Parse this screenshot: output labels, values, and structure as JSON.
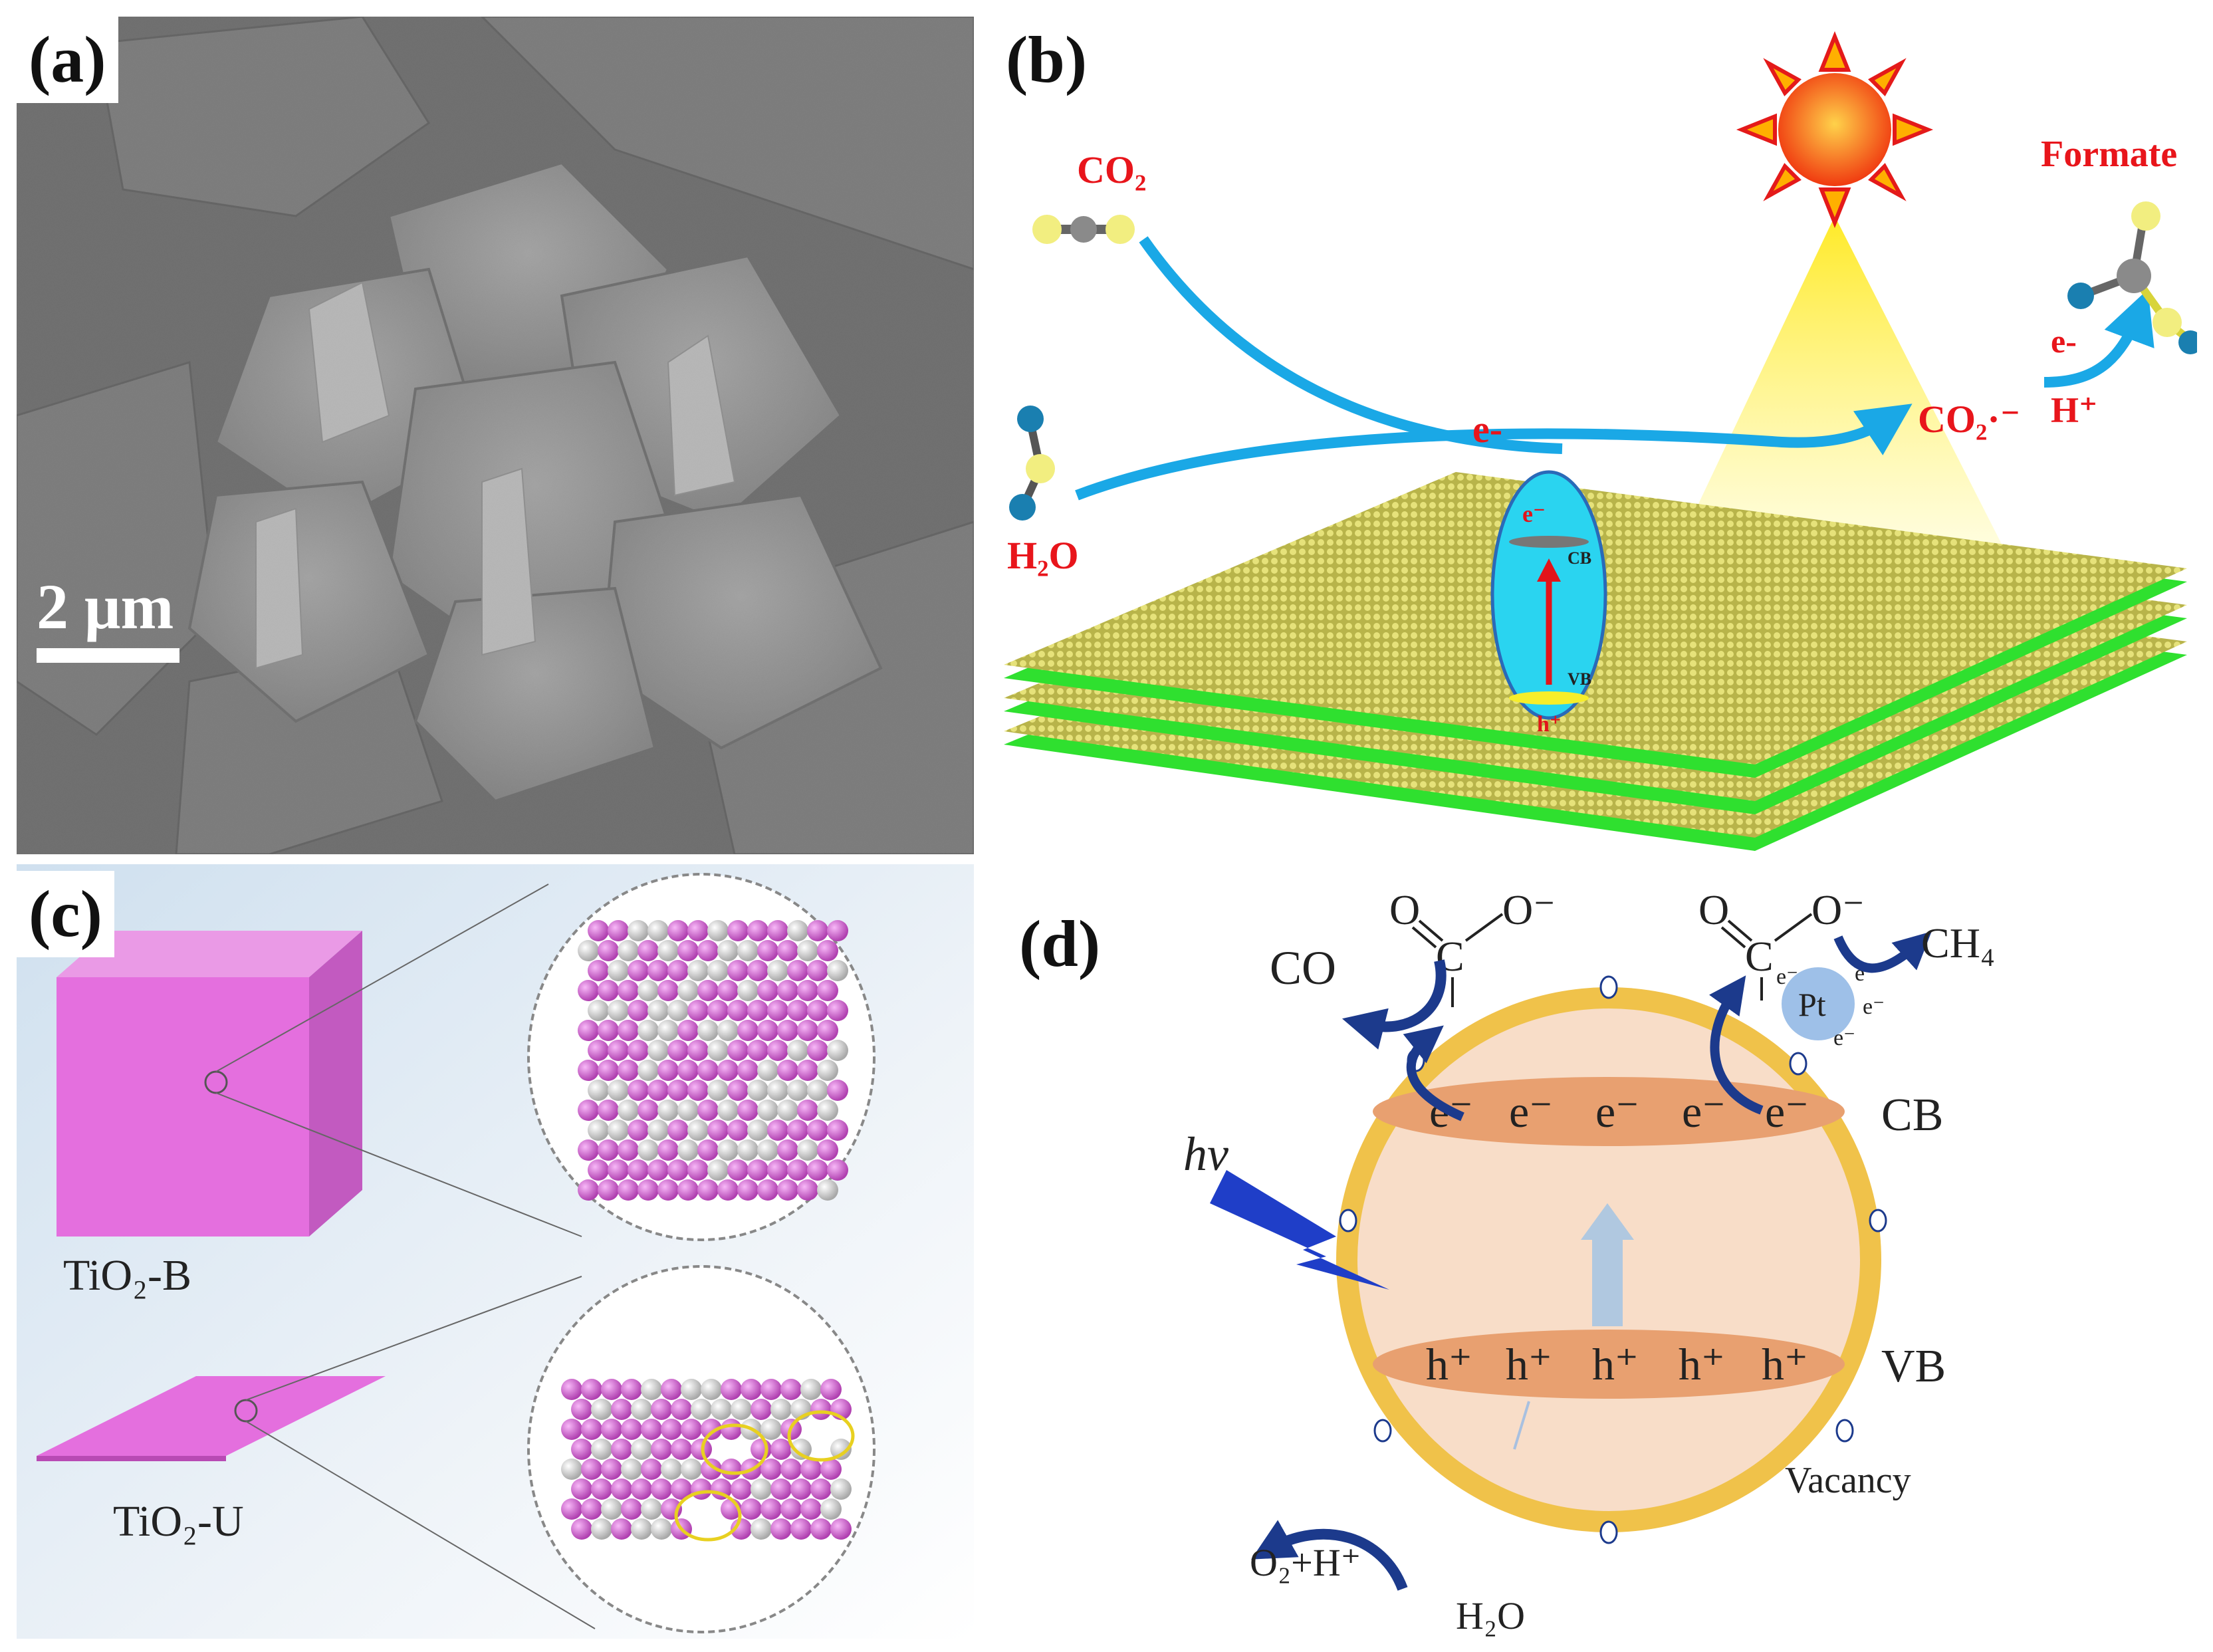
{
  "panels": {
    "a": {
      "label": "(a)",
      "scale_bar": "2 μm"
    },
    "b": {
      "label": "(b)",
      "co2": "CO₂",
      "h2o": "H₂O",
      "formate": "Formate",
      "electron_path": "e-",
      "co2_radical": "CO₂·⁻",
      "electron_2": "e-",
      "proton": "H⁺",
      "band_e": "e⁻",
      "band_cb": "CB",
      "band_vb": "VB",
      "band_h": "h⁺"
    },
    "c": {
      "label": "(c)",
      "bulk_name": "TiO₂-B",
      "ultrathin_name": "TiO₂-U"
    },
    "d": {
      "label": "(d)",
      "co": "CO",
      "ch4": "CH₄",
      "o_left": "O",
      "o_minus_left": "O⁻",
      "c_left": "C",
      "o_right": "O",
      "o_minus_right": "O⁻",
      "c_right": "C",
      "pt": "Pt",
      "cb": "CB",
      "vb": "VB",
      "hv": "hv",
      "vacancy": "Vacancy",
      "o2_h": "O₂+H⁺",
      "h2o": "H₂O",
      "electron": "e⁻",
      "hole": "h⁺",
      "electrons_cb": [
        "e⁻",
        "e⁻",
        "e⁻",
        "e⁻",
        "e⁻"
      ],
      "holes_vb": [
        "h⁺",
        "h⁺",
        "h⁺",
        "h⁺",
        "h⁺"
      ],
      "pt_electrons": [
        "e⁻",
        "e⁻",
        "e⁻",
        "e⁻"
      ]
    }
  },
  "colors": {
    "sem_background": "#6e6e6e",
    "arrow_blue": "#1aa8e6",
    "label_red": "#e8151b",
    "layer_green": "#2fe02f",
    "layer_yellow": "#cfcf5a",
    "band_oval": "#2ad4f0",
    "tio2_pink": "#e27ae2",
    "atom_white": "#e8e8e8",
    "shell_yellow": "#f0c24a",
    "core_peach": "#f8ddc8",
    "band_orange": "#e8a070",
    "arrow_navy": "#1c3a8c",
    "pt_blue": "#9ec0e8"
  }
}
